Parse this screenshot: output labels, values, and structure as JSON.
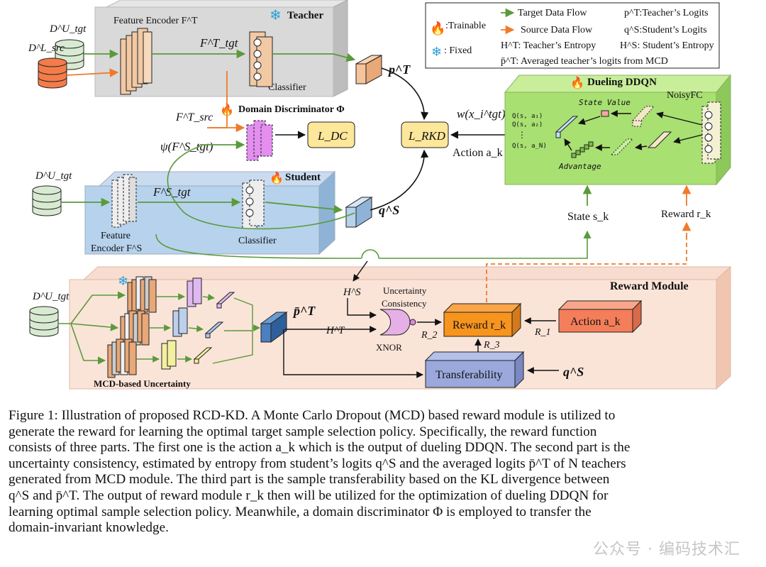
{
  "teacher": {
    "title": "Teacher",
    "encoder_label": "Feature Encoder F^T",
    "classifier_label": "Classifier",
    "feature_label": "F^T_tgt",
    "logits_label": "p^T",
    "data_tgt": "D^U_tgt",
    "data_src": "D^L_src",
    "icon": "snowflake-icon"
  },
  "legend": {
    "trainable": ":Trainable",
    "fixed": ": Fixed",
    "target_flow": "Target Data Flow",
    "source_flow": "Source Data Flow",
    "teacher_logits": "p^T:Teacher’s Logits",
    "student_logits": "q^S:Student’s Logits",
    "teacher_entropy": "H^T: Teacher’s Entropy",
    "student_entropy": "H^S: Student’s Entropy",
    "avg_logits": "p̄^T: Averaged teacher’s logits from MCD",
    "target_color": "#5a9a3a",
    "source_color": "#f07a2a"
  },
  "discriminator": {
    "title": "Domain Discriminator Φ",
    "src_feature": "F^T_src",
    "psi": "ψ(F^S_tgt)",
    "loss": "L_DC"
  },
  "student": {
    "title": "Student",
    "encoder_label_1": "Feature",
    "encoder_label_2": "Encoder F^S",
    "classifier_label": "Classifier",
    "feature_label": "F^S_tgt",
    "logits_label": "q^S",
    "data_tgt": "D^U_tgt"
  },
  "rkd": {
    "loss": "L_RKD",
    "weight": "w(x_i^tgt)",
    "action": "Action a_k"
  },
  "ddqn": {
    "title": "Dueling DDQN",
    "state_value": "State Value",
    "advantage": "Advantage",
    "noisy": "NoisyFC",
    "q_labels": [
      "Q(s, a₁)",
      "Q(s, a₂)",
      "⋮",
      "Q(s, a_N)"
    ],
    "state": "State s_k",
    "reward": "Reward r_k"
  },
  "reward_module": {
    "title": "Reward Module",
    "mcd": "MCD-based Uncertainty",
    "data_tgt": "D^U_tgt",
    "avg_logits": "p̄^T",
    "h_s": "H^S",
    "h_t": "H^T",
    "uncertainty_1": "Uncertainty",
    "uncertainty_2": "Consistency",
    "xnor": "XNOR",
    "reward_box": "Reward r_k",
    "action_box": "Action a_k",
    "transfer_box": "Transferability",
    "r1": "R_1",
    "r2": "R_2",
    "r3": "R_3",
    "q_s": "q^S"
  },
  "caption": {
    "lines": [
      "Figure 1: Illustration of proposed RCD-KD. A Monte Carlo Dropout (MCD) based reward module is utilized to",
      "generate the reward for learning the optimal target sample selection policy. Specifically, the reward function",
      "consists of three parts. The first one is the action a_k which is the output of dueling DDQN. The second part is the",
      "uncertainty consistency, estimated by entropy from student’s logits q^S and the averaged logits p̄^T of N teachers",
      "generated from MCD module. The third part is the sample transferability based on the KL divergence between",
      "q^S and p̄^T. The output of reward module r_k then will be utilized for the optimization of dueling DDQN for",
      "learning optimal sample selection policy. Meanwhile, a domain discriminator Φ is employed to transfer the",
      "domain-invariant knowledge."
    ]
  },
  "watermark": "公众号 · 编码技术汇"
}
